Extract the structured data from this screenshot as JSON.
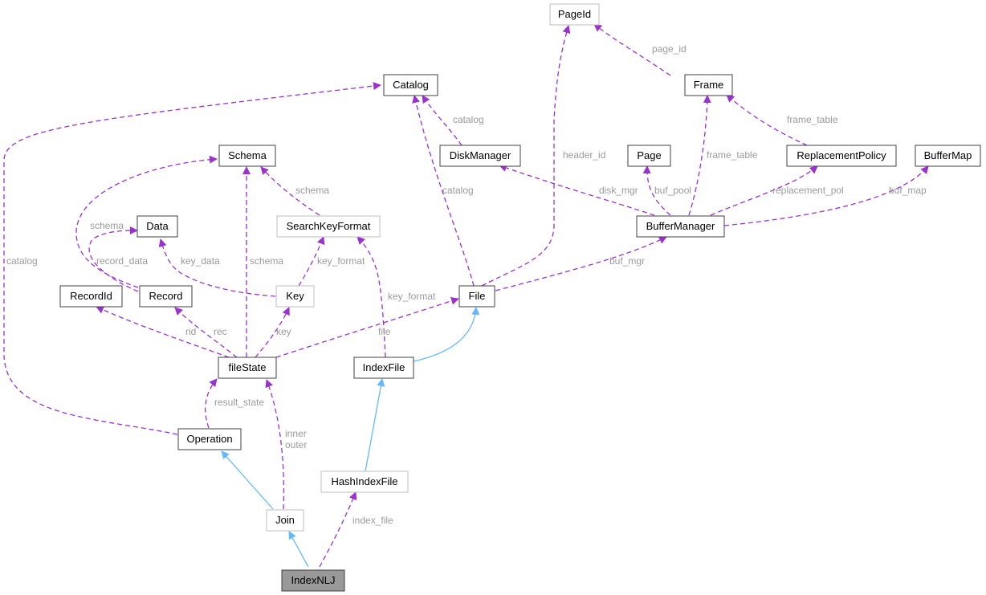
{
  "colors": {
    "node_border": "#404040",
    "node_border_light": "#bfbfbf",
    "highlight_fill": "#999999",
    "usage_edge": "#9a32cd",
    "inherit_edge": "#63b8ff",
    "edge_label": "#9a9a9a"
  },
  "nodes": {
    "pageid": "PageId",
    "catalog": "Catalog",
    "frame": "Frame",
    "schema": "Schema",
    "diskmanager": "DiskManager",
    "page": "Page",
    "replacementpolicy": "ReplacementPolicy",
    "buffermap": "BufferMap",
    "data": "Data",
    "searchkeyformat": "SearchKeyFormat",
    "buffermanager": "BufferManager",
    "recordid": "RecordId",
    "record": "Record",
    "key": "Key",
    "file": "File",
    "filestate": "fileState",
    "indexfile": "IndexFile",
    "operation": "Operation",
    "hashindexfile": "HashIndexFile",
    "join": "Join",
    "indexnlj": "IndexNLJ"
  },
  "edge_labels": {
    "page_id": "page_id",
    "catalog_dm": "catalog",
    "frame_table_rp": "frame_table",
    "header_id": "header_id",
    "catalog_op": "catalog",
    "frame_table_bm": "frame_table",
    "schema_skf": "schema",
    "disk_mgr": "disk_mgr",
    "buf_pool": "buf_pool",
    "replacement_pol": "replacement_pol",
    "buf_map": "buf_map",
    "catalog_file": "catalog",
    "schema_record": "schema",
    "record_data": "record_data",
    "key_data": "key_data",
    "schema_fs": "schema",
    "key_format_key": "key_format",
    "buf_mgr": "buf_mgr",
    "key_format_if": "key_format",
    "rid": "rid",
    "rec": "rec",
    "key_fs": "key",
    "file_fs": "file",
    "result_state": "result_state",
    "inner": "inner",
    "outer": "outer",
    "index_file": "index_file"
  }
}
